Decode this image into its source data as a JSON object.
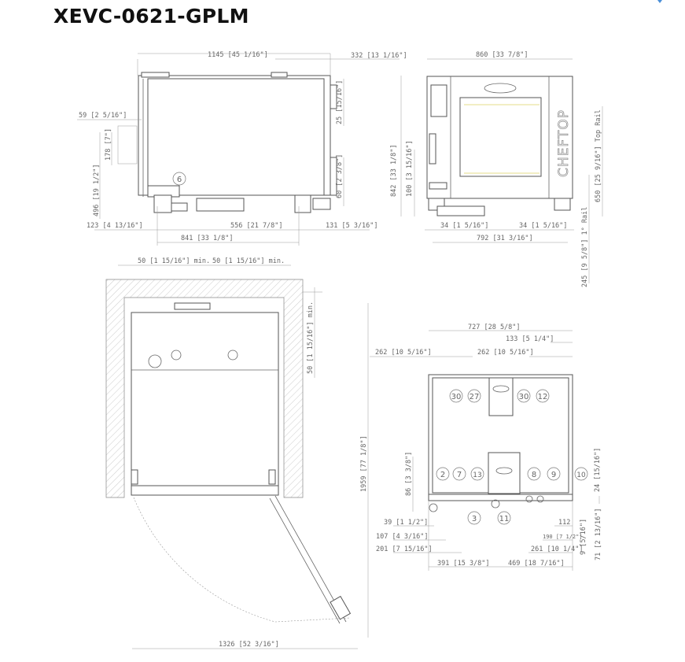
{
  "title": "XEVC-0621-GPLM",
  "brand": "CHEFTOP",
  "side_view": {
    "width_total": "1145 [45 1/16\"]",
    "rear_offset": "332 [13 1/16\"]",
    "depth_59": "59 [2 5/16\"]",
    "height_178": "178 [7\"]",
    "height_496": "496 [19 1/2\"]",
    "top_25": "25 [15/16\"]",
    "bottom_60": "60 [2 3/8\"]",
    "left_123": "123 [4 13/16\"]",
    "mid_556": "556 [21 7/8\"]",
    "right_131": "131 [5 3/16\"]",
    "total_841": "841 [33 1/8\"]",
    "callout_6": "6"
  },
  "front_view": {
    "width_860": "860 [33 7/8\"]",
    "height_842": "842 [33 1/8\"]",
    "foot_100": "100 [3 15/16\"]",
    "top_rail_650": "650 [25 9/16\"] Top Rail",
    "first_rail_245": "245 [9 5/8\"] 1° Rail",
    "left_34": "34 [1 5/16\"]",
    "right_34": "34 [1 5/16\"]",
    "width_792": "792 [31 3/16\"]"
  },
  "top_view": {
    "clear_left": "50 [1 15/16\"] min.",
    "clear_right": "50 [1 15/16\"] min.",
    "clear_rear": "50 [1 15/16\"] min.",
    "depth_1959": "1959 [77 1/8\"]",
    "width_1326": "1326 [52 3/16\"]"
  },
  "back_view": {
    "width_727": "727 [28 5/8\"]",
    "offset_133": "133 [5 1/4\"]",
    "left_262": "262 [10 5/16\"]",
    "right_262": "262 [10 5/16\"]",
    "h_86": "86 [3 3/8\"]",
    "h_24": "24 [15/16\"]",
    "d_39": "39 [1 1/2\"]",
    "d_107": "107 [4 3/16\"]",
    "d_201": "201 [7 15/16\"]",
    "d_391": "391 [15 3/8\"]",
    "d_469": "469 [18 7/16\"]",
    "d_112": "112",
    "d_190": "190 [7 1/2\"]",
    "d_261": "261 [10 1/4\"]",
    "h_9": "9 [5/16\"]",
    "h_71": "71 [2 13/16\"]",
    "callouts": [
      "30",
      "27",
      "30",
      "12",
      "2",
      "7",
      "13",
      "8",
      "9",
      "10",
      "3",
      "11"
    ]
  }
}
